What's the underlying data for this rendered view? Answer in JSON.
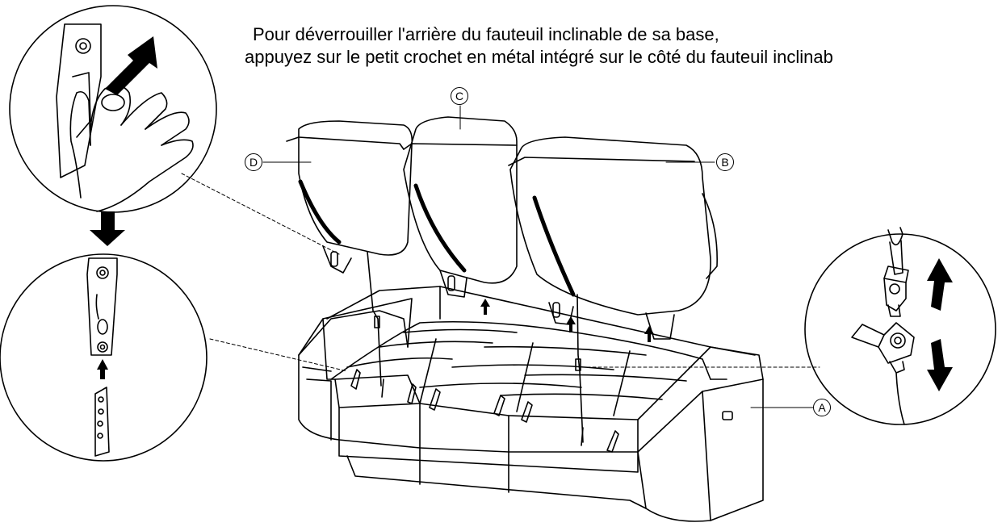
{
  "instructions": {
    "line1": "Pour déverrouiller l'arrière du fauteuil inclinable de sa base,",
    "line2": "appuyez sur le petit crochet en métal intégré sur le côté du fauteuil inclinab"
  },
  "callouts": {
    "a": "A",
    "b": "B",
    "c": "C",
    "d": "D"
  },
  "icons": {
    "step_arrow": "arrow-down-icon",
    "lift_arrow": "arrow-up-icon",
    "curved_arrow": "curved-arrow-icon"
  }
}
